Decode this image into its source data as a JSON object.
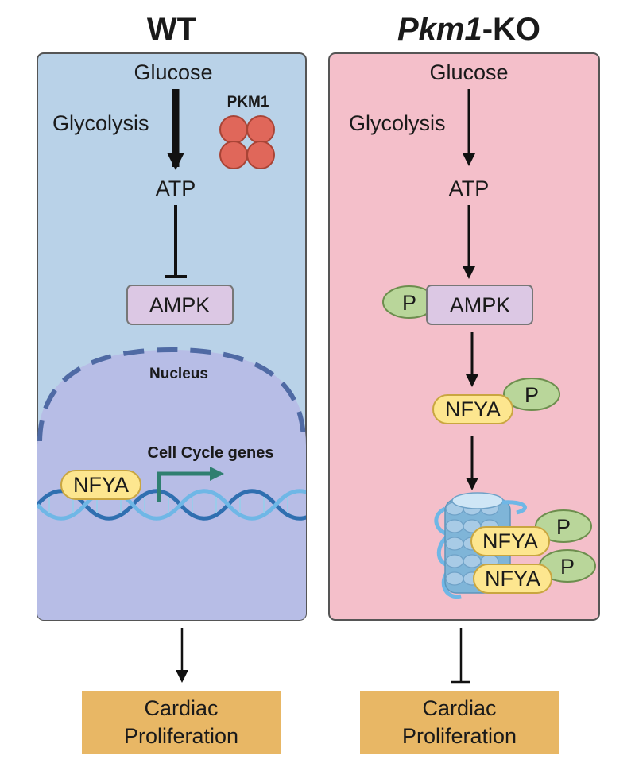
{
  "wt": {
    "title": "WT",
    "glucose": "Glucose",
    "glycolysis": "Glycolysis",
    "pkm1": "PKM1",
    "atp": "ATP",
    "ampk": "AMPK",
    "nucleus": "Nucleus",
    "cell_cycle_genes": "Cell Cycle genes",
    "nfya": "NFYA",
    "outcome_line1": "Cardiac",
    "outcome_line2": "Proliferation"
  },
  "ko": {
    "title_gene": "Pkm1",
    "title_suffix": "-KO",
    "glucose": "Glucose",
    "glycolysis": "Glycolysis",
    "atp": "ATP",
    "p_ampk": "P",
    "ampk": "AMPK",
    "nfya": "NFYA",
    "p_nfya": "P",
    "nfya_chrom_1": "NFYA",
    "p_chrom_1": "P",
    "nfya_chrom_2": "NFYA",
    "p_chrom_2": "P",
    "outcome_line1": "Cardiac",
    "outcome_line2": "Proliferation"
  },
  "colors": {
    "wt_panel": "#b9d2e8",
    "ko_panel": "#f4bfca",
    "nucleus": "#b7bde6",
    "ampk_box": "#dcc8e4",
    "nfya_pill": "#fde68f",
    "p_oval": "#b9d69a",
    "pkm1": "#e0675a",
    "outcome_box": "#e8b765",
    "dna": "#4a9bd6",
    "gene_arrow": "#2f7f70"
  }
}
